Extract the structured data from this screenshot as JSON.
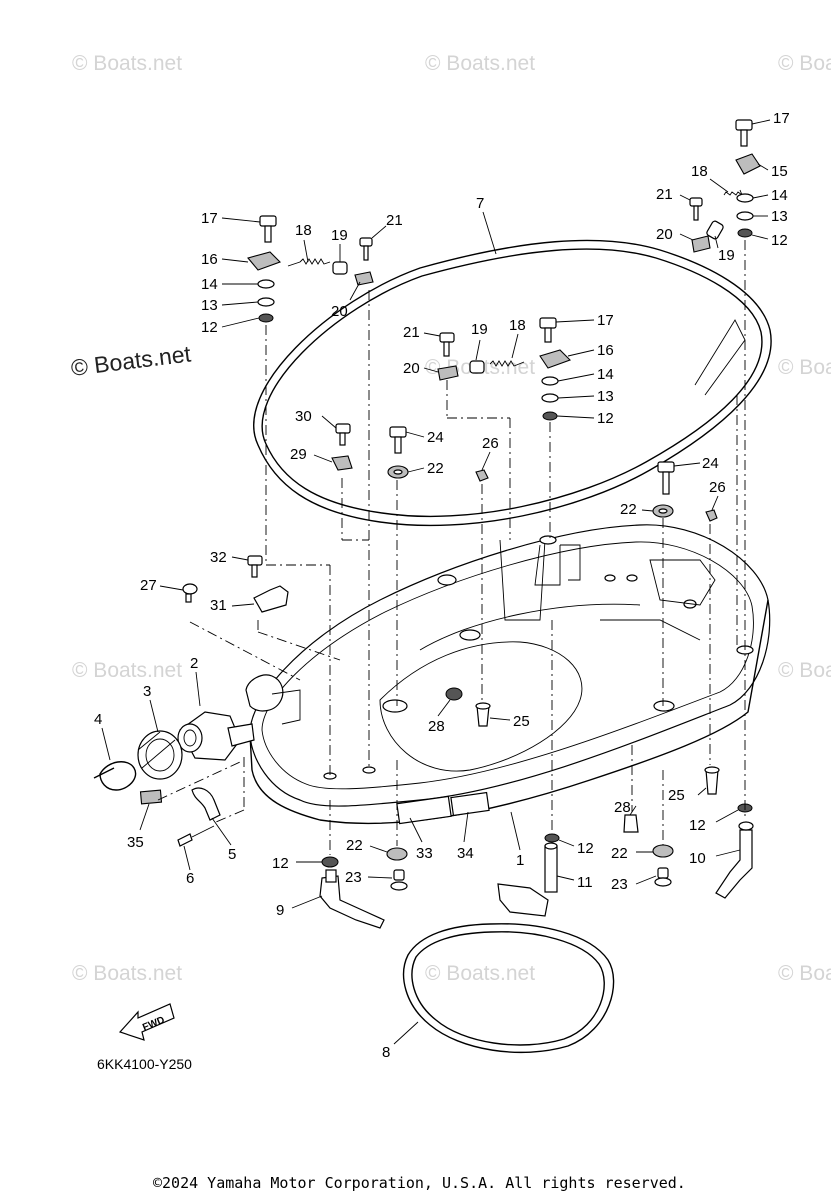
{
  "watermark": "© Boats.net",
  "diagram_code": "6KK4100-Y250",
  "fwd_label": "FWD",
  "copyright": "©2024 Yamaha Motor Corporation, U.S.A. All rights reserved.",
  "callouts": [
    "1",
    "2",
    "3",
    "4",
    "5",
    "6",
    "7",
    "8",
    "9",
    "10",
    "11",
    "12",
    "13",
    "14",
    "15",
    "16",
    "17",
    "18",
    "19",
    "20",
    "21",
    "22",
    "23",
    "24",
    "25",
    "26",
    "27",
    "28",
    "29",
    "30",
    "31",
    "32",
    "33",
    "34",
    "35"
  ]
}
